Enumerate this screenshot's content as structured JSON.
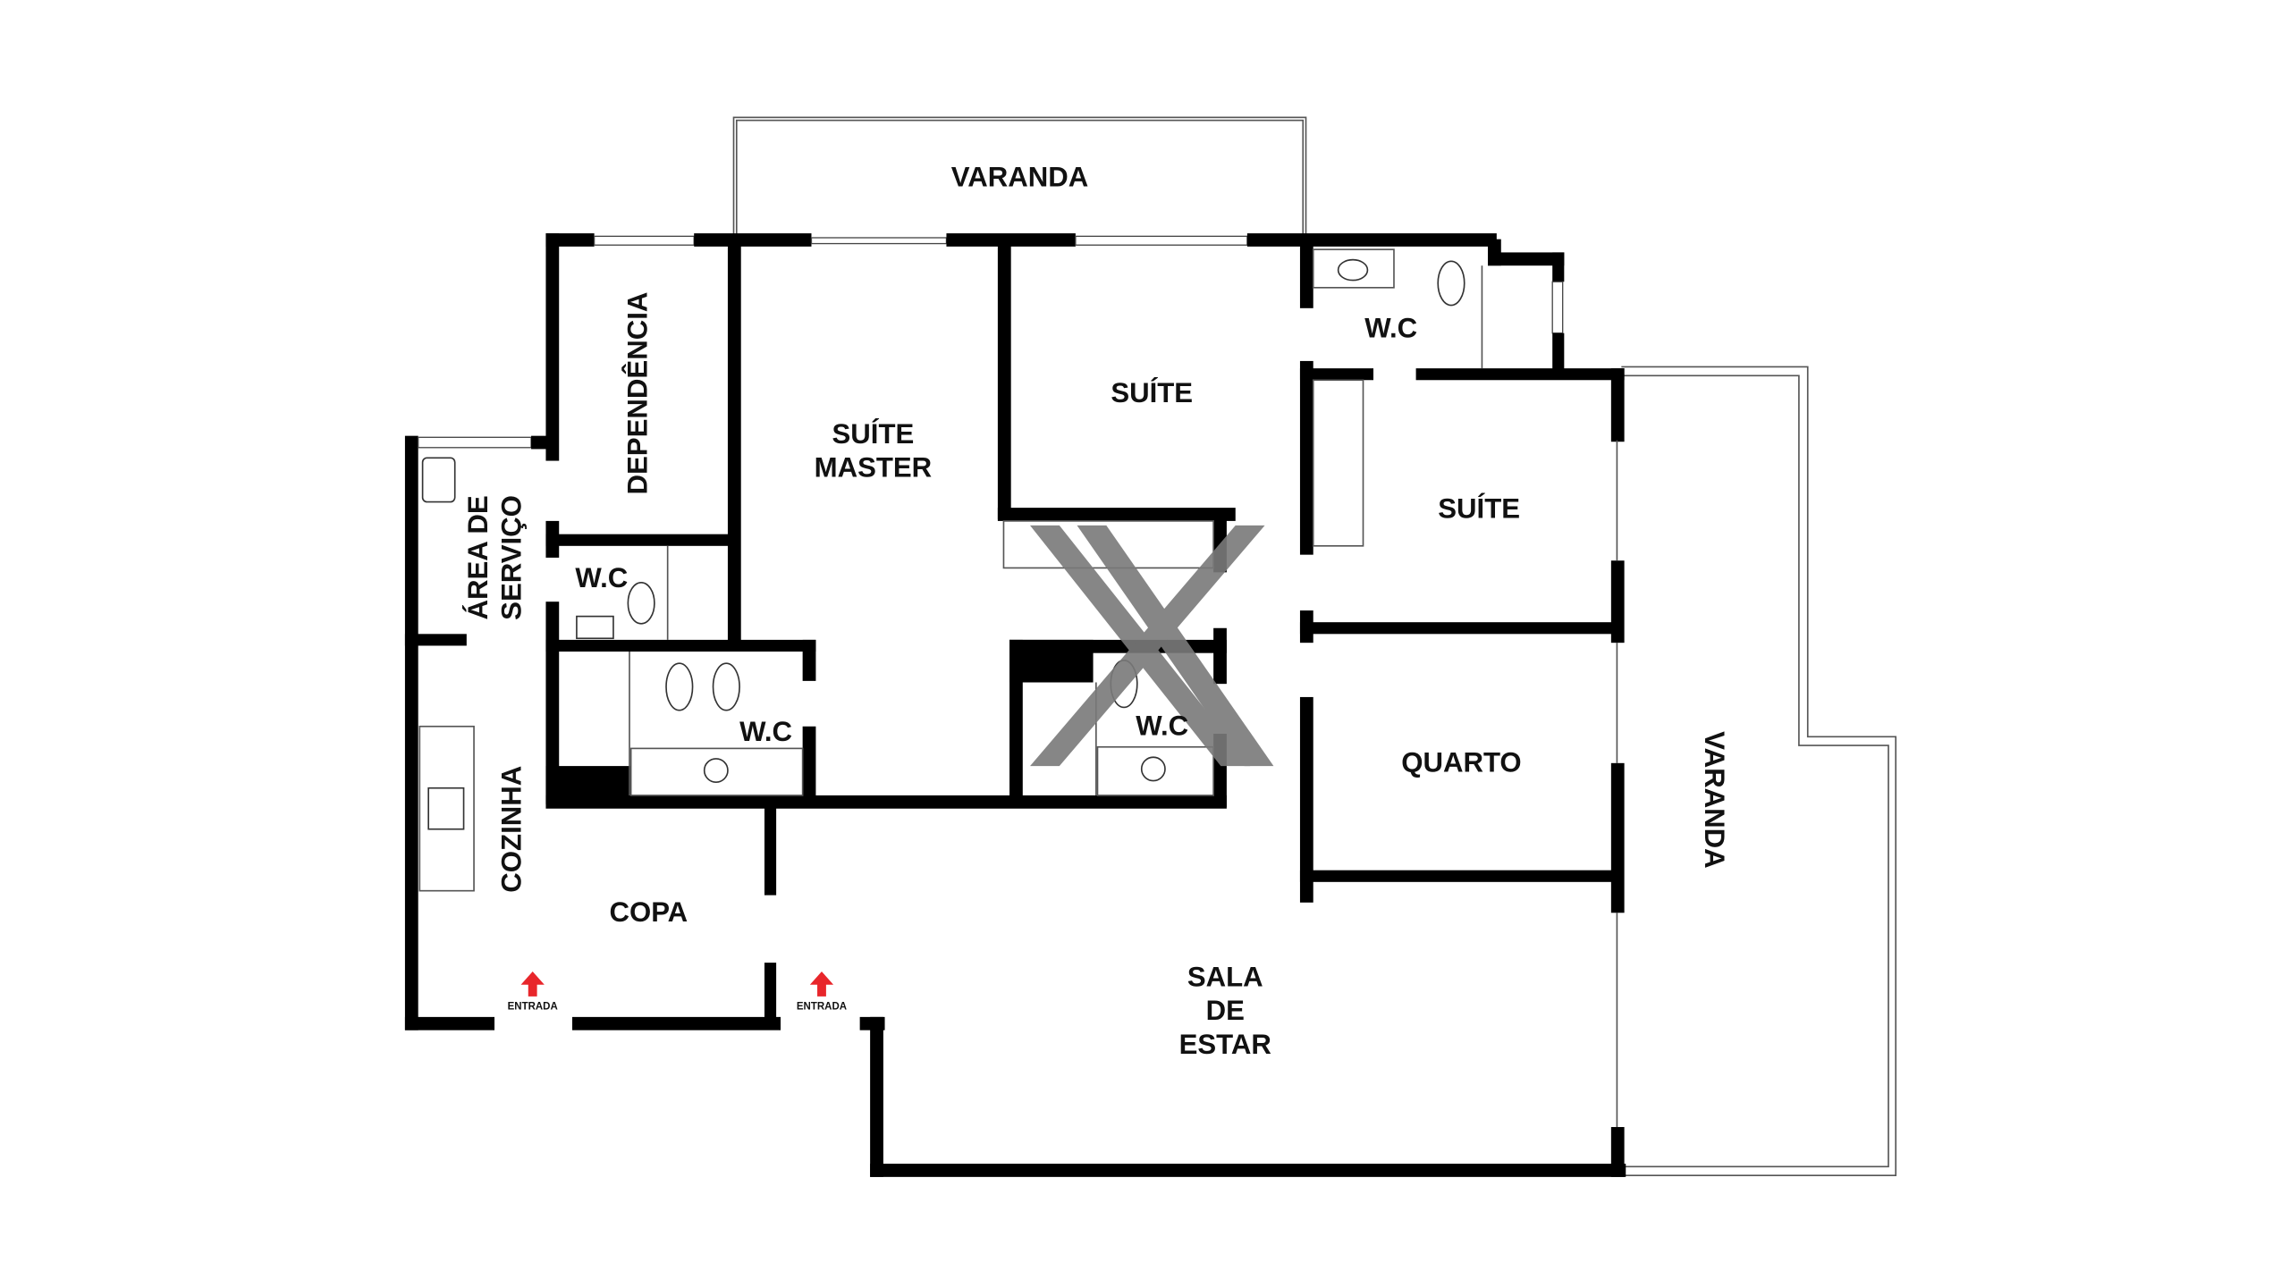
{
  "plan": {
    "rooms": {
      "varanda_top": "VARANDA",
      "dependencia": "DEPENDÊNCIA",
      "suite_master_1": "SUÍTE",
      "suite_master_2": "MASTER",
      "suite_1": "SUÍTE",
      "suite_2": "SUÍTE",
      "wc_top_right": "W.C",
      "area_servico_1": "ÁREA DE",
      "area_servico_2": "SERVIÇO",
      "wc_service": "W.C",
      "wc_master": "W.C",
      "wc_center": "W.C",
      "quarto": "QUARTO",
      "varanda_right": "VARANDA",
      "cozinha": "COZINHA",
      "copa": "COPA",
      "sala_1": "SALA",
      "sala_2": "DE",
      "sala_3": "ESTAR"
    },
    "entrances": [
      "ENTRADA",
      "ENTRADA"
    ],
    "colors": {
      "wall": "#000000",
      "arrow": "#e8262b",
      "watermark": "#7a7a7a"
    }
  }
}
